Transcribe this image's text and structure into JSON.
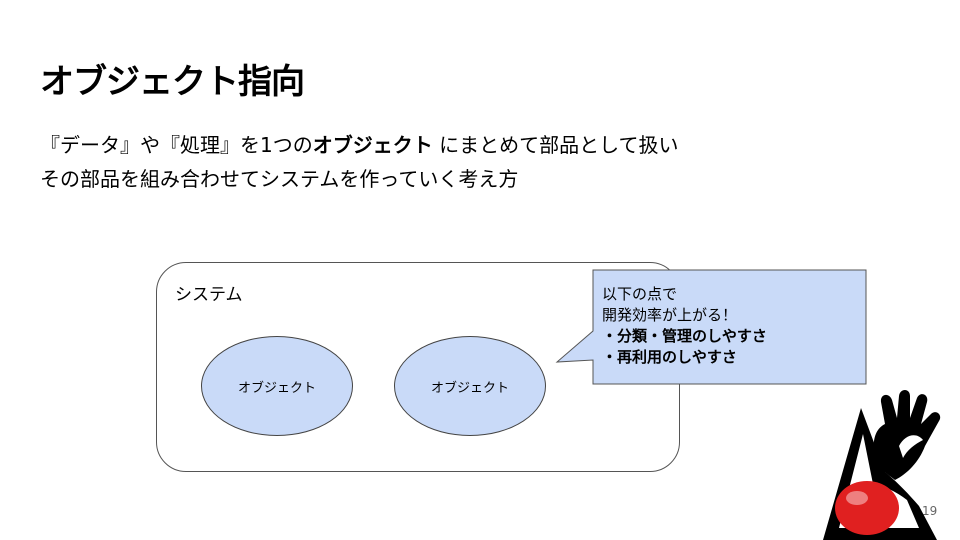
{
  "slide": {
    "title": "オブジェクト指向",
    "body": {
      "line1_part1": "『データ』や『処理』を1つの",
      "line1_bold": "オブジェクト",
      "line1_part2": " にまとめて部品として扱い",
      "line2": "その部品を組み合わせてシステムを作っていく考え方"
    },
    "page_number": "19"
  },
  "diagram": {
    "system_label": "システム",
    "objects": [
      "オブジェクト",
      "オブジェクト"
    ],
    "callout": {
      "line1": "以下の点で",
      "line2": "開発効率が上がる！",
      "bullet1": "・分類・管理のしやすさ",
      "bullet2": "・再利用のしやすさ"
    }
  },
  "colors": {
    "object_fill": "#c9daf8",
    "callout_fill": "#c9daf8",
    "mascot_red": "#e02020"
  },
  "icons": [
    "duke-mascot-icon"
  ]
}
